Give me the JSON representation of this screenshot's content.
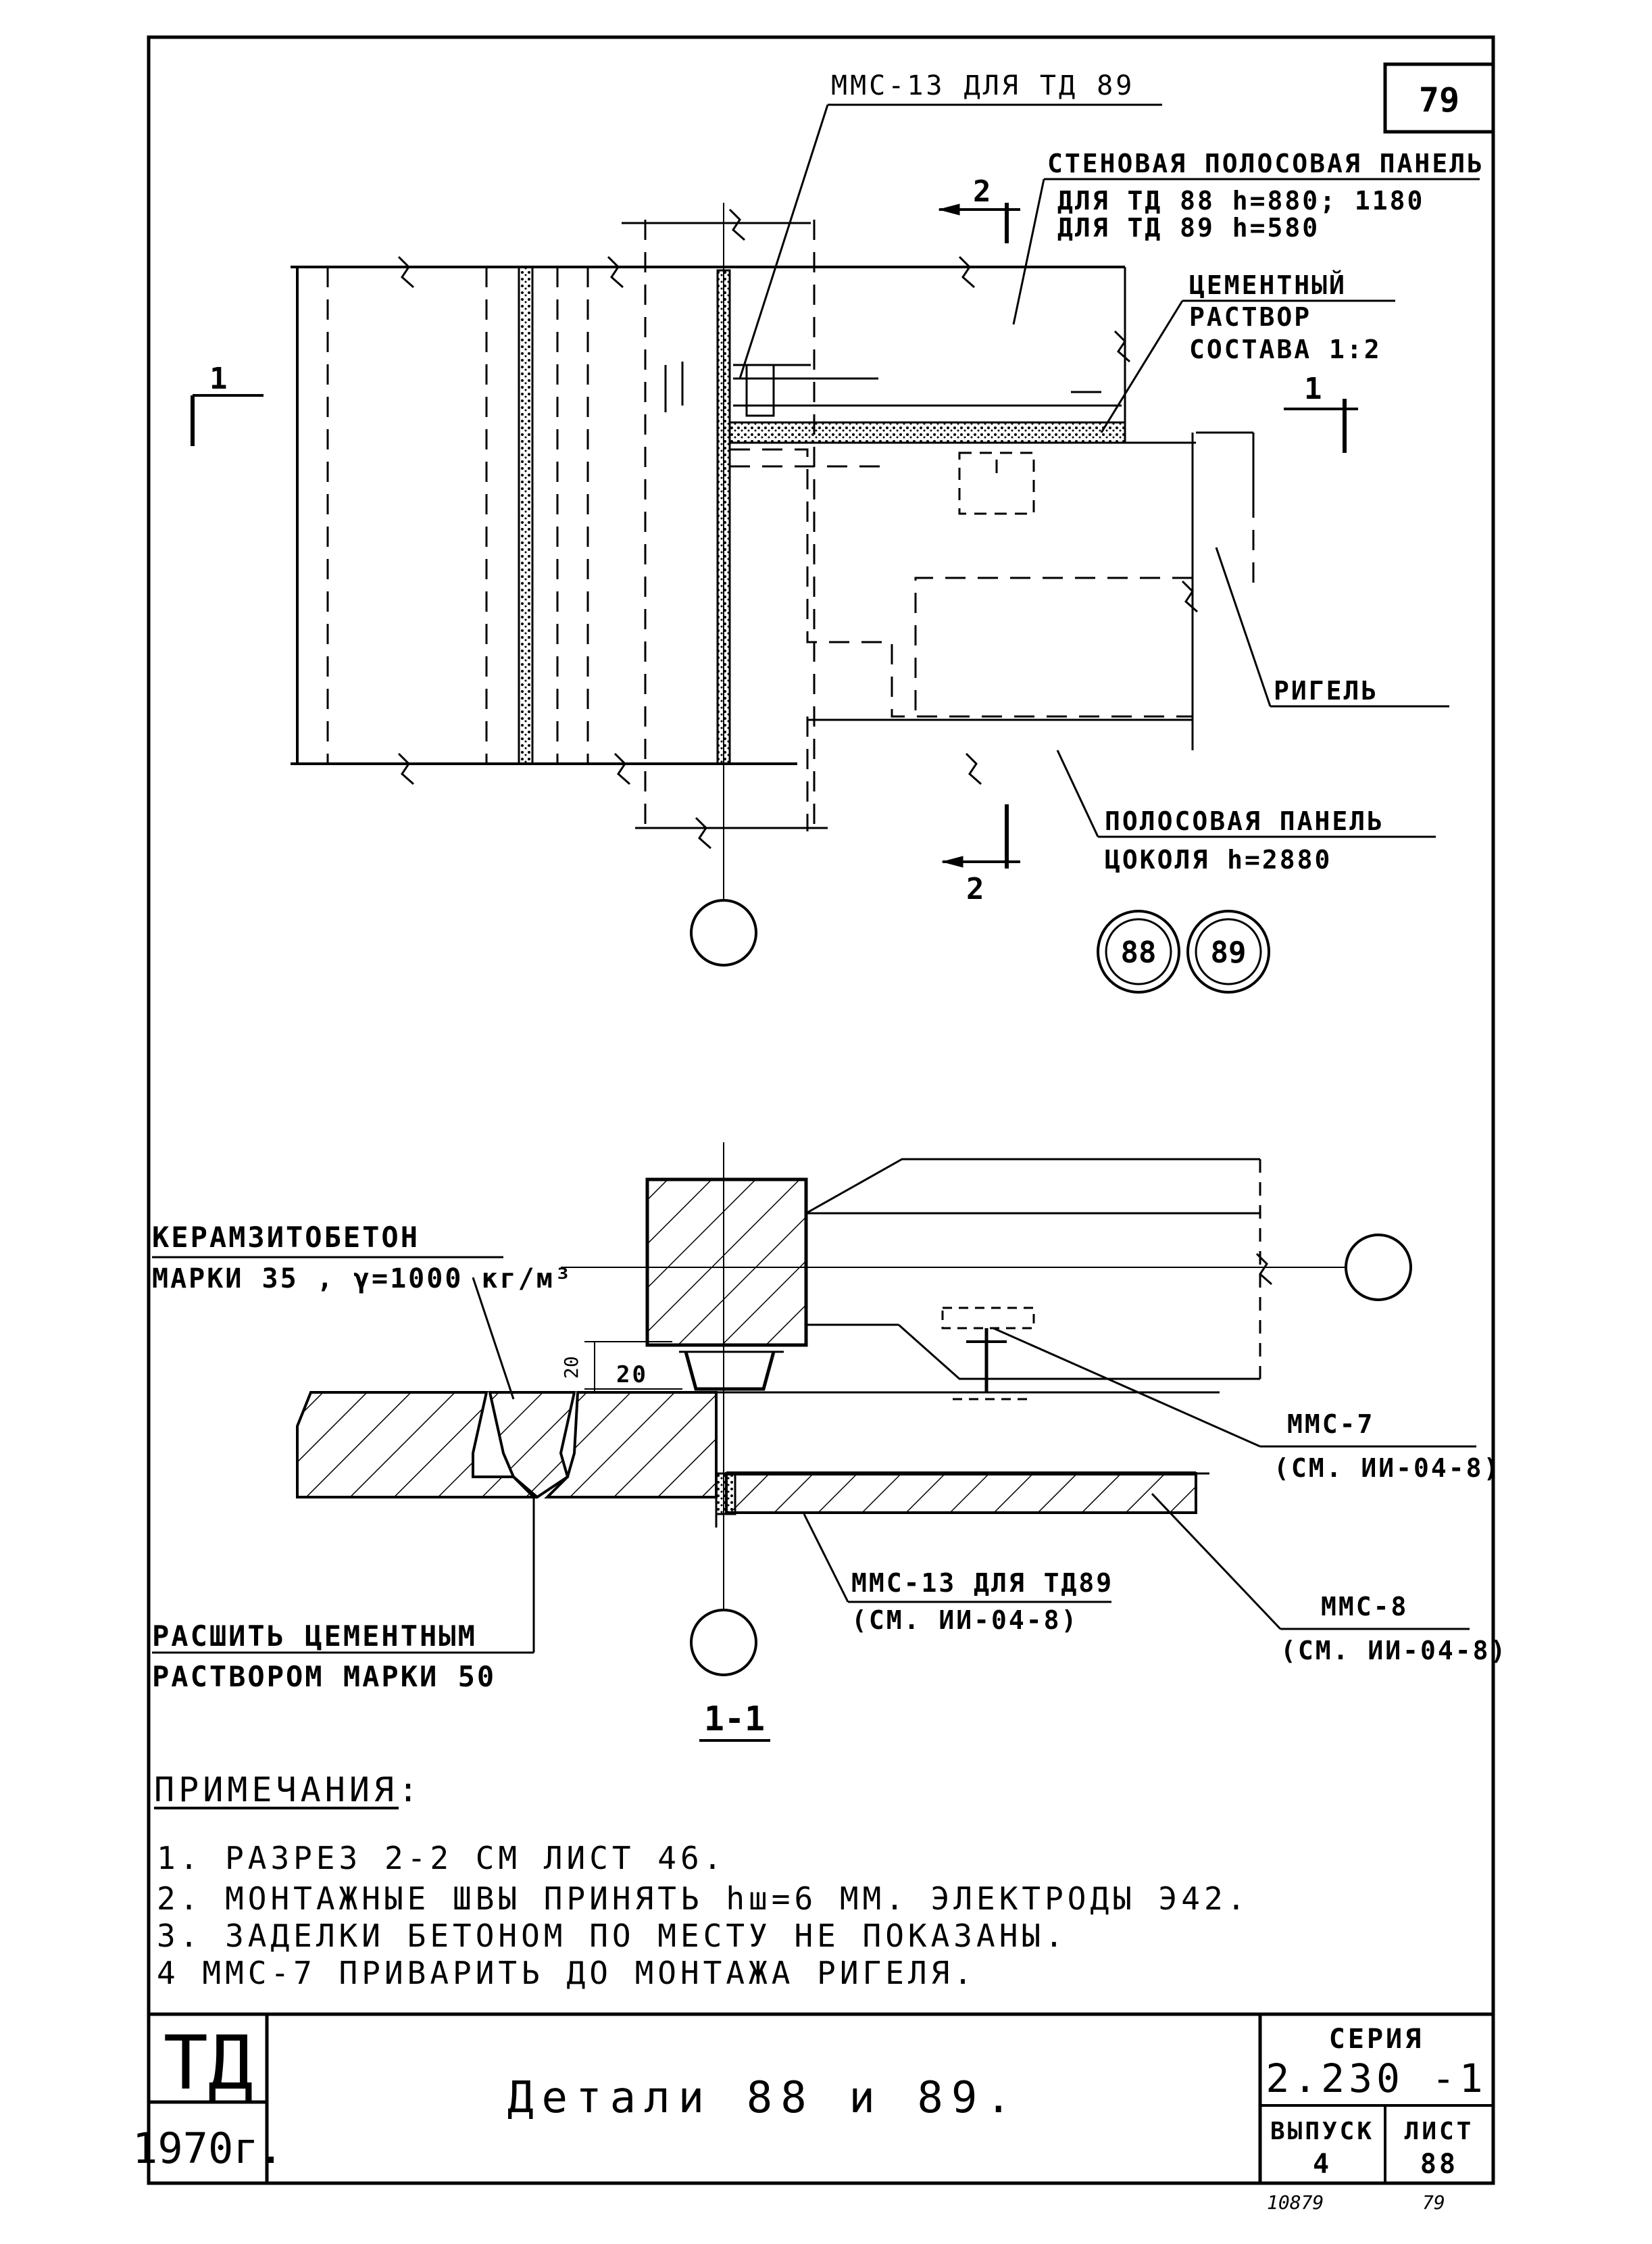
{
  "sheet": {
    "number": "79",
    "title": "Детали 88 и 89.",
    "org": "ТД",
    "year": "1970г.",
    "series_label": "СЕРИЯ",
    "series_value": "2.230 -1",
    "issue_label": "ВЫПУСК",
    "issue_value": "4",
    "sheet_label": "ЛИСТ",
    "sheet_value": "88",
    "footer_left": "10879",
    "footer_right": "79"
  },
  "top_view": {
    "label_mms13": "ММС-13 ДЛЯ ТД 89",
    "label_wall_panel_1": "СТЕНОВАЯ ПОЛОСОВАЯ ПАНЕЛЬ",
    "label_wall_panel_2": "ДЛЯ ТД 88  h=880; 1180",
    "label_wall_panel_3": "ДЛЯ ТД 89      h=580",
    "label_mortar_1": "ЦЕМЕНТНЫЙ",
    "label_mortar_2": "РАСТВОР",
    "label_mortar_3": "СОСТАВА 1:2",
    "label_crossbar": "РИГЕЛЬ",
    "label_plinth_1": "ПОЛОСОВАЯ  ПАНЕЛЬ",
    "label_plinth_2": "ЦОКОЛЯ    h=2880",
    "section_1_left": "1",
    "section_1_right": "1",
    "section_2_top": "2",
    "section_2_bottom": "2",
    "detail_88": "88",
    "detail_89": "89"
  },
  "section_view": {
    "label_keramzit_1": "КЕРАМЗИТОБЕТОН",
    "label_keramzit_2": "МАРКИ 35 , γ=1000 кг/м³",
    "dim_20_vertical": "20",
    "dim_20_horizontal": "20",
    "label_mms7_1": "ММС-7",
    "label_mms7_2": "(СМ. ИИ-04-8)",
    "label_mms13_1": "ММС-13 ДЛЯ ТД89",
    "label_mms13_2": "(СМ. ИИ-04-8)",
    "label_mms8_1": "ММС-8",
    "label_mms8_2": "(СМ. ИИ-04-8)",
    "label_joint_1": "РАСШИТЬ ЦЕМЕНТНЫМ",
    "label_joint_2": "РАСТВОРОМ  МАРКИ 50",
    "section_title": "1-1"
  },
  "notes": {
    "heading": "ПРИМЕЧАНИЯ:",
    "items": [
      "1. РАЗРЕЗ 2-2 СМ ЛИСТ 46.",
      "2. МОНТАЖНЫЕ  ШВЫ  ПРИНЯТЬ  hш=6 ММ.  ЭЛЕКТРОДЫ  Э42.",
      "3. ЗАДЕЛКИ  БЕТОНОМ  ПО  МЕСТУ  НЕ  ПОКАЗАНЫ.",
      "4  ММС-7  ПРИВАРИТЬ  ДО  МОНТАЖА  РИГЕЛЯ."
    ]
  }
}
